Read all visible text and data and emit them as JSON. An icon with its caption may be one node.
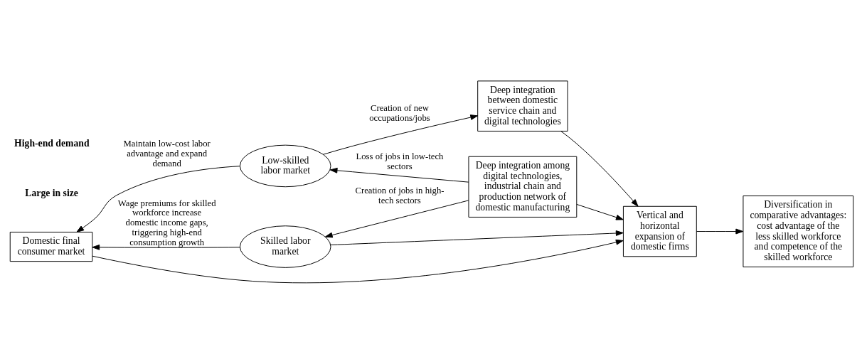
{
  "diagram": {
    "nodes": [
      {
        "text": [
          "Domestic final consumer market"
        ]
      },
      {
        "text": [
          "Low-skilled labor market"
        ]
      },
      {
        "text": [
          "Skilled labor market"
        ]
      },
      {
        "text": [
          "Deep integration between domestic service chain and digital technologies"
        ]
      },
      {
        "text": [
          "Deep integration among digital technologies, industrial chain and production network of domestic manufacturing"
        ]
      },
      {
        "text": [
          "Vertical and horizontal expansion of domestic firms"
        ]
      },
      {
        "text": [
          "Diversification in comparative advantages: cost advantage of the less skilled workforce and competence of the skilled workforce"
        ]
      }
    ],
    "edges": [
      {
        "from": 0,
        "to": 5,
        "arrow": "to"
      },
      {
        "from": 1,
        "to": 0,
        "arrow": "to",
        "label": "Maintain low-cost labor advantage and expand demand"
      },
      {
        "from": 1,
        "to": 3,
        "arrow": "to",
        "label": "Creation of new occupations/jobs"
      },
      {
        "from": 4,
        "to": 1,
        "arrow": "to",
        "label": "Loss of jobs in low-tech sectors"
      },
      {
        "from": 2,
        "to": 0,
        "arrow": "to",
        "label": "Wage premiums for skilled workforce increase domestic income gaps, triggering high-end consumption growth"
      },
      {
        "from": 4,
        "to": 2,
        "arrow": "to",
        "label": "Creation of jobs in high-tech sectors"
      },
      {
        "from": 3,
        "to": 5,
        "arrow": "to"
      },
      {
        "from": 4,
        "to": 5,
        "arrow": "to"
      },
      {
        "from": 2,
        "to": 5,
        "arrow": "to"
      },
      {
        "from": 5,
        "to": 6,
        "arrow": "to"
      }
    ],
    "labels": [
      "Large in size",
      "High-end demand"
    ]
  }
}
